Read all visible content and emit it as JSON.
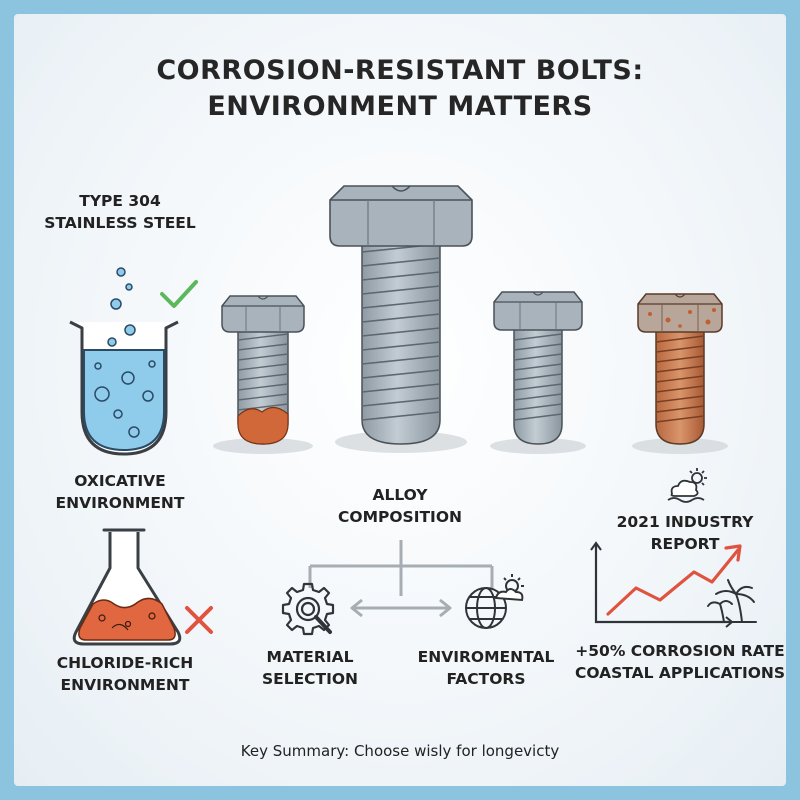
{
  "title_line1": "CORROSION-RESISTANT BOLTS:",
  "title_line2": "ENVIRONMENT MATTERS",
  "left": {
    "material_line1": "TYPE 304",
    "material_line2": "STAINLESS STEEL",
    "env1_line1": "OXICATIVE",
    "env1_line2": "ENVIRONMENT",
    "env2_line1": "CHLORIDE-RICH",
    "env2_line2": "ENVIRONMENT"
  },
  "center": {
    "alloy_line1": "ALLOY",
    "alloy_line2": "COMPOSITION",
    "material_sel_line1": "MATERIAL",
    "material_sel_line2": "SELECTION",
    "env_factors_line1": "ENVIROMENTAL",
    "env_factors_line2": "FACTORS"
  },
  "right": {
    "report": "2021 INDUSTRY REPORT",
    "stat_line1": "+50% CORROSION RATE",
    "stat_line2": "COASTAL APPLICATIONS"
  },
  "summary": "Key Summary: Choose wisly for longevicty",
  "colors": {
    "border": "#8cc3df",
    "steel": "#a9b3bb",
    "rust": "#d0683a",
    "liquid": "#8fcbea",
    "check": "#5cb85c",
    "cross": "#e0533f",
    "trend": "#e0533f"
  }
}
